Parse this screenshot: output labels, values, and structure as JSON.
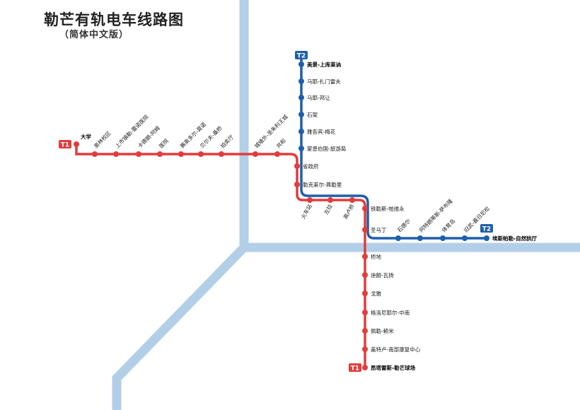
{
  "title": "勒芒有轨电车线路图",
  "subtitle": "（简体中文版）",
  "colors": {
    "t1": "#e23c3c",
    "t2": "#1f5fad",
    "river": "#b3cfe8",
    "bg": "#ffffff"
  },
  "lines": {
    "t1": {
      "badge": "T1",
      "stations": [
        "大学",
        "奥林校区",
        "上市镇勒-雷诺医院",
        "卡德朗-阿姆",
        "医院",
        "赛奥多尔-莫诺",
        "贝尔夫-桑桥",
        "拍卖厅",
        "城墙外-圣朱利王城",
        "共和",
        "省政府",
        "勒克莱尔-弗勒里",
        "火车站",
        "左拉",
        "高卢桥",
        "铁勒斯-帕维永",
        "圣马丁",
        "桥地",
        "迪朗-瓦扬",
        "戈雅",
        "格洛尼耶尔-中南",
        "佩勒-赖米",
        "盖特卢-南部康复中心",
        "昂塔雷斯-勒芒球场"
      ]
    },
    "t2": {
      "badge": "T2",
      "stations": [
        "美景-上库莱讷",
        "马耶-扎门雷夫",
        "马耶-邦让",
        "石架",
        "雅各宾-梅花",
        "蒙恩伯国-旅游局",
        "石德尔",
        "阿特朗蒂斯-萨布隆",
        "体育岛",
        "旧武-嘉日尼松",
        "埃斯帕勒-自然拱厅"
      ]
    }
  }
}
